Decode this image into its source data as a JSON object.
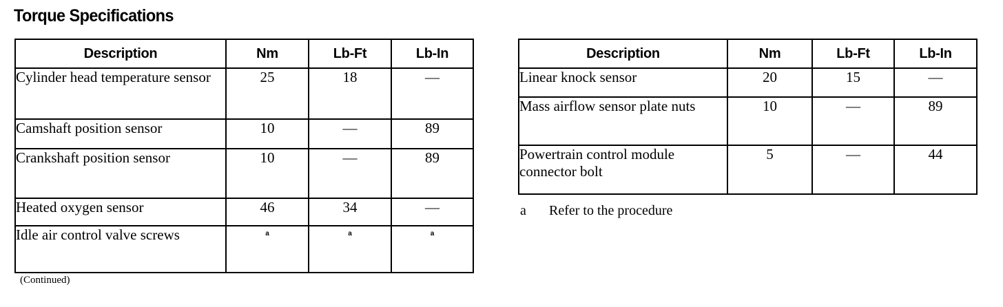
{
  "page": {
    "title": "Torque Specifications",
    "continued_note": "(Continued)"
  },
  "columns": {
    "description": "Description",
    "nm": "Nm",
    "lbft": "Lb-Ft",
    "lbin": "Lb-In"
  },
  "left_table": {
    "rows": [
      {
        "description": "Cylinder head temperature sensor",
        "nm": "25",
        "lbft": "18",
        "lbin": "—"
      },
      {
        "description": "Camshaft position sensor",
        "nm": "10",
        "lbft": "—",
        "lbin": "89"
      },
      {
        "description": "Crankshaft position sensor",
        "nm": "10",
        "lbft": "—",
        "lbin": "89"
      },
      {
        "description": "Heated oxygen sensor",
        "nm": "46",
        "lbft": "34",
        "lbin": "—"
      },
      {
        "description": "Idle air control valve screws",
        "nm": "a",
        "lbft": "a",
        "lbin": "a"
      }
    ]
  },
  "right_table": {
    "rows": [
      {
        "description": "Linear knock sensor",
        "nm": "20",
        "lbft": "15",
        "lbin": "—"
      },
      {
        "description": "Mass airflow sensor plate nuts",
        "nm": "10",
        "lbft": "—",
        "lbin": "89"
      },
      {
        "description": "Powertrain control module connector bolt",
        "nm": "5",
        "lbft": "—",
        "lbin": "44"
      }
    ],
    "footnote": {
      "key": "a",
      "text": "Refer to the procedure"
    }
  }
}
